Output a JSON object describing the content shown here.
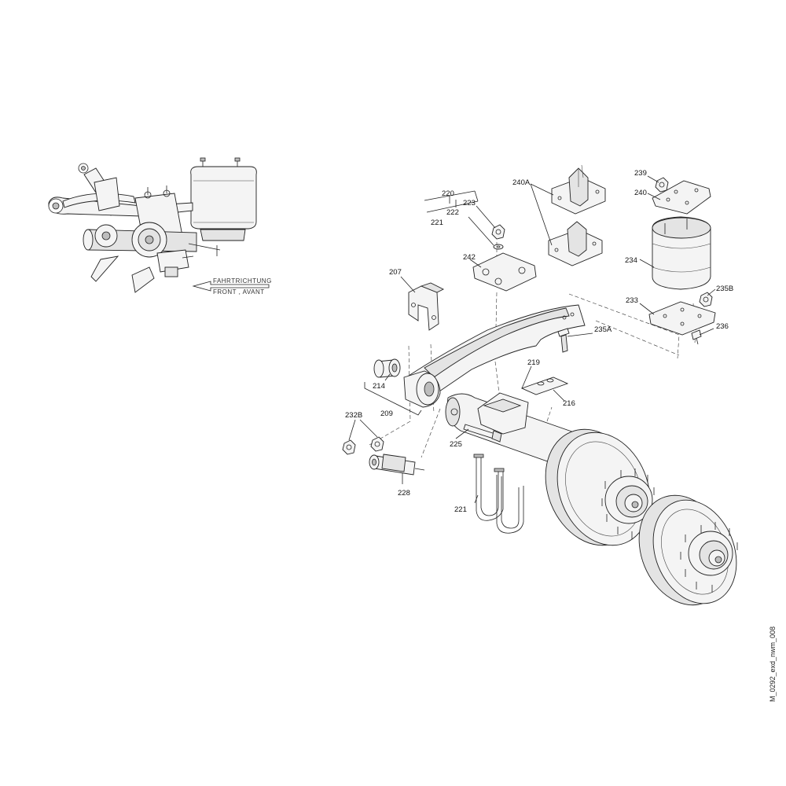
{
  "direction": {
    "line1": "FAHRTRICHTUNG",
    "line2": "FRONT , AVANT"
  },
  "drawing_code": "M_0292_exd_nwm_008",
  "labels": {
    "p207": "207",
    "p209": "209",
    "p214": "214",
    "p216": "216",
    "p219": "219",
    "p220": "220",
    "p221a": "221",
    "p221b": "221",
    "p222": "222",
    "p223": "223",
    "p225": "225",
    "p228": "228",
    "p232B": "232B",
    "p233": "233",
    "p234": "234",
    "p235A": "235A",
    "p235B": "235B",
    "p236": "236",
    "p239": "239",
    "p240": "240",
    "p240A": "240A",
    "p242": "242"
  }
}
